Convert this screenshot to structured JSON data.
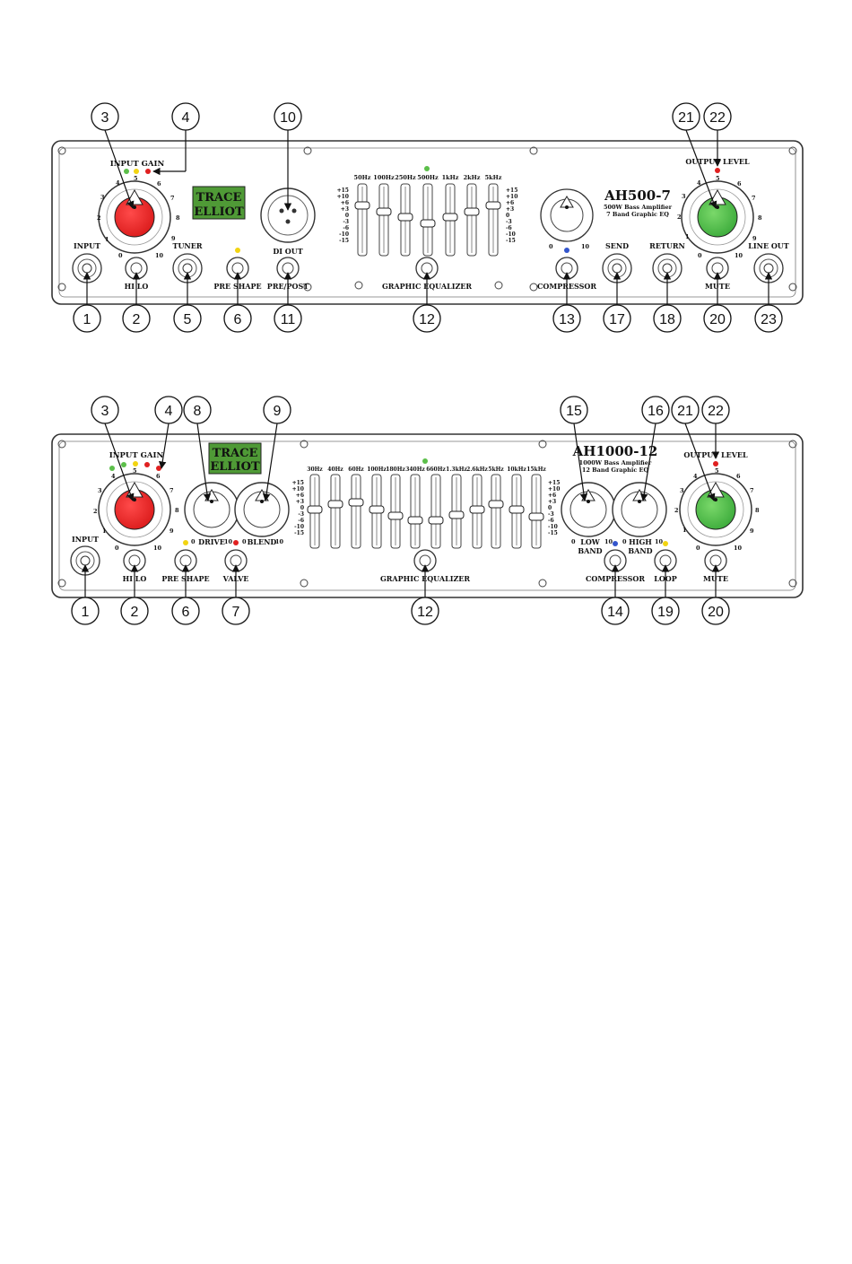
{
  "colors": {
    "gain_red": "#e52222",
    "output_green": "#3fbf3f",
    "logo_green": "#4f9a36",
    "led_green": "#5cbf4a",
    "led_yellow": "#f2d411",
    "led_red": "#e02020",
    "led_blue": "#3355cc"
  },
  "panel_top": {
    "model": "AH500-7",
    "model_sub1": "500W Bass Amplifier",
    "model_sub2": "7 Band Graphic EQ",
    "logo_line1": "TRACE",
    "logo_line2": "ELLIOT",
    "input_gain": "INPUT GAIN",
    "output_level": "OUTPUT LEVEL",
    "input": "INPUT",
    "hi_lo": "HI LO",
    "tuner": "TUNER",
    "pre_shape": "PRE SHAPE",
    "di_out": "DI OUT",
    "pre_post": "PRE/POST",
    "graphic_eq": "GRAPHIC EQUALIZER",
    "compressor": "COMPRESSOR",
    "send": "SEND",
    "return": "RETURN",
    "mute": "MUTE",
    "line_out": "LINE OUT",
    "eq_bands": [
      "50Hz",
      "100Hz",
      "250Hz",
      "500Hz",
      "1kHz",
      "2kHz",
      "5kHz"
    ],
    "db_scale": [
      "+15",
      "+10",
      "+6",
      "+3",
      "0",
      "-3",
      "-6",
      "-10",
      "-15"
    ],
    "callouts_top": [
      "3",
      "4",
      "10",
      "21",
      "22"
    ],
    "callouts_bottom": [
      "1",
      "2",
      "5",
      "6",
      "11",
      "12",
      "13",
      "17",
      "18",
      "20",
      "23"
    ]
  },
  "panel_bottom": {
    "model": "AH1000-12",
    "model_sub1": "1000W Bass Amplifier",
    "model_sub2": "12 Band Graphic EQ",
    "logo_line1": "TRACE",
    "logo_line2": "ELLIOT",
    "input_gain": "INPUT GAIN",
    "output_level": "OUTPUT LEVEL",
    "input": "INPUT",
    "hi_lo": "HI LO",
    "drive": "DRIVE",
    "blend": "BLEND",
    "pre_shape": "PRE SHAPE",
    "valve": "VALVE",
    "graphic_eq": "GRAPHIC EQUALIZER",
    "low_band_1": "LOW",
    "low_band_2": "BAND",
    "high_band_1": "HIGH",
    "high_band_2": "BAND",
    "compressor": "COMPRESSOR",
    "loop": "LOOP",
    "mute": "MUTE",
    "eq_bands": [
      "30Hz",
      "40Hz",
      "60Hz",
      "100Hz",
      "180Hz",
      "340Hz",
      "660Hz",
      "1.3kHz",
      "2.6kHz",
      "5kHz",
      "10kHz",
      "15kHz"
    ],
    "db_scale": [
      "+15",
      "+10",
      "+6",
      "+3",
      "0",
      "-3",
      "-6",
      "-10",
      "-15"
    ],
    "callouts_top": [
      "3",
      "4",
      "8",
      "9",
      "15",
      "16",
      "21",
      "22"
    ],
    "callouts_bottom": [
      "1",
      "2",
      "6",
      "7",
      "12",
      "14",
      "19",
      "20"
    ]
  },
  "knob_scale": [
    "0",
    "1",
    "2",
    "3",
    "4",
    "5",
    "6",
    "7",
    "8",
    "9",
    "10"
  ]
}
